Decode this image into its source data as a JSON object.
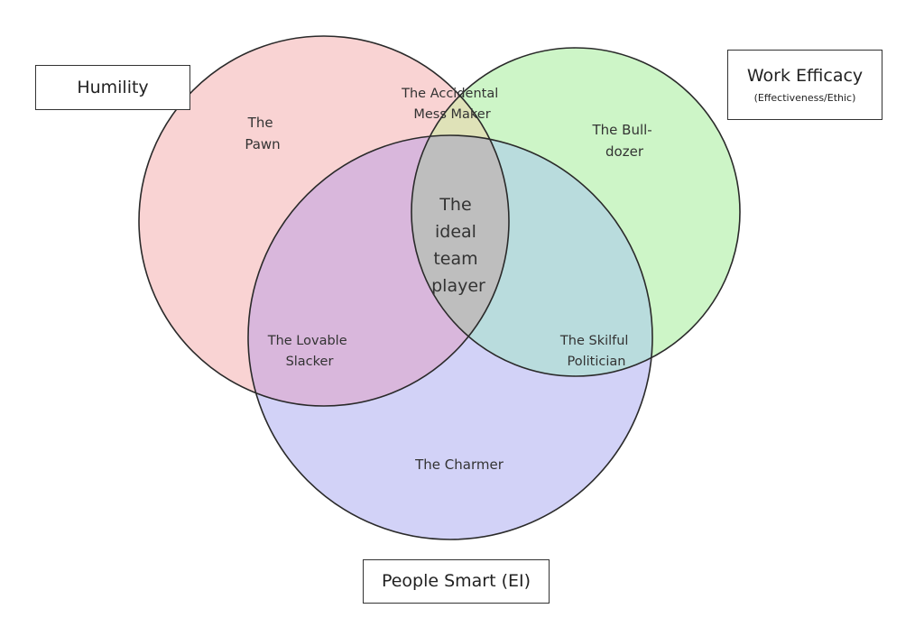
{
  "sets": {
    "humility": {
      "title": "Humility",
      "color": "#f9d3d3"
    },
    "work_efficacy": {
      "title": "Work Efficacy",
      "subtitle": "(Effectiveness/Ethic)",
      "color": "#cdf5c7"
    },
    "people_smart": {
      "title": "People Smart (EI)",
      "color": "#d2d2f7"
    }
  },
  "regions": {
    "pawn": [
      "The",
      "Pawn"
    ],
    "bulldozer": [
      "The Bull-",
      "dozer"
    ],
    "charmer": [
      "The Charmer"
    ],
    "accidental_mess_maker": [
      "The Accidental",
      "Mess Maker"
    ],
    "lovable_slacker": [
      "The Lovable",
      "Slacker"
    ],
    "skilful_politician": [
      "The Skilful",
      "Politician"
    ],
    "ideal_team_player": [
      "The",
      "ideal",
      "team",
      "player"
    ]
  },
  "region_colors": {
    "humility_work": "#dfe2b8",
    "humility_people": "#d9b7dc",
    "work_people": "#b9dcdd",
    "all_three": "#bebebe"
  }
}
